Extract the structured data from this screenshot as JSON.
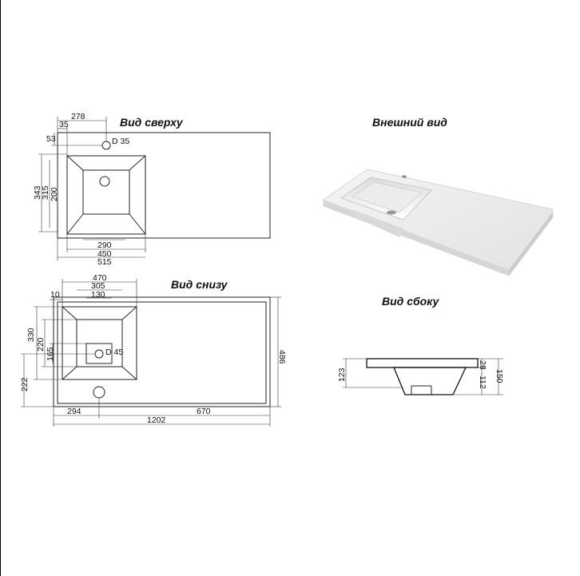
{
  "titles": {
    "top": "Вид сверху",
    "exterior": "Внешний вид",
    "bottom": "Вид снизу",
    "side": "Вид сбоку"
  },
  "top_view": {
    "dims": {
      "d278": "278",
      "d35": "35",
      "d53": "53",
      "hole": "D 35",
      "d343": "343",
      "d315": "315",
      "d200": "200",
      "d290": "290",
      "d450": "450",
      "d515": "515"
    }
  },
  "bottom_view": {
    "dims": {
      "d470": "470",
      "d305": "305",
      "d130": "130",
      "d10": "10",
      "d330": "330",
      "d220": "220",
      "d165": "165",
      "d222": "222",
      "hole": "D 45",
      "d486": "486",
      "d294": "294",
      "d670": "670",
      "d1202": "1202"
    }
  },
  "side_view": {
    "dims": {
      "d123": "123",
      "d28": "28",
      "d112": "112",
      "d150": "150"
    }
  }
}
